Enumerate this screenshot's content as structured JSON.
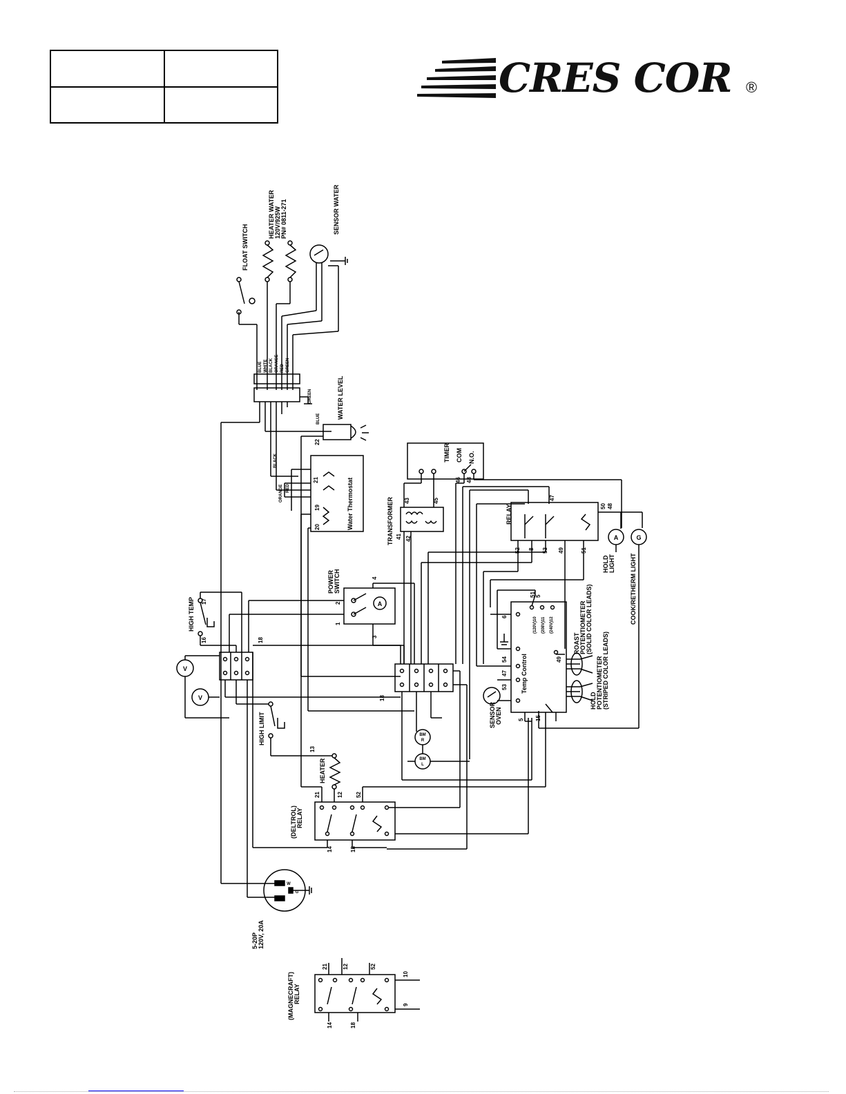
{
  "brand": {
    "name": "CRES COR",
    "registered": "®"
  },
  "labels": {
    "float_switch": "FLOAT SWITCH",
    "heater_water": [
      "HEATER WATER",
      "120V/925W",
      "PN# 0811-271"
    ],
    "sensor_water": "SENSOR WATER",
    "terminal_colors": [
      "BLUE",
      "WHITE",
      "BLACK",
      "ORANGE",
      "RED",
      "GREEN"
    ],
    "green": "GREEN",
    "blue": "BLUE",
    "water_level": "WATER LEVEL",
    "black": "BLACK",
    "red": "RED",
    "orange": "ORANGE",
    "water_thermostat": "Water Thermostat",
    "timer": "TIMER",
    "com": "COM",
    "no": "N.O.",
    "transformer": "TRANSFORMER",
    "relay": "RELAY",
    "hold_light": [
      "HOLD",
      "LIGHT"
    ],
    "cook_retherm_light": "COOK/RETHERM LIGHT",
    "power_switch": [
      "POWER",
      "SWITCH"
    ],
    "high_temp": "HIGH TEMP",
    "high_limit": "HIGH LIMIT",
    "heater": "HEATER",
    "deltrol_relay": [
      "(DELTROL)",
      "RELAY"
    ],
    "magnecraft_relay": [
      "(MAGNECRAFT)",
      "RELAY"
    ],
    "plug": [
      "5-20P",
      "120V, 20A"
    ],
    "roast_pot": [
      "ROAST",
      "POTENTIOMETER",
      "(SOLID COLOR LEADS)"
    ],
    "hold_pot": [
      "HOLD",
      "POTENTIOMETER",
      "(STRIPED COLOR LEADS)"
    ],
    "sensor_oven": [
      "SENSOR",
      "OVEN"
    ],
    "temp_control": "Temp Control",
    "temp_control_ranges": [
      "(120V)10",
      "(208V)11",
      "(240V)12"
    ],
    "meter_v": "V",
    "lamp_a": "A",
    "lamp_g": "G",
    "bm_r": [
      "BM",
      "R"
    ],
    "bm_l": [
      "BM",
      "L"
    ],
    "plug_w": "W",
    "plug_g": "G"
  },
  "wire_numbers": {
    "transformer": [
      "41",
      "42",
      "43",
      "45"
    ],
    "timer": [
      "46",
      "48"
    ],
    "relay": [
      "47",
      "50",
      "52",
      "8",
      "53",
      "49",
      "51",
      "48"
    ],
    "water_thermostat": [
      "21",
      "19",
      "20",
      "22"
    ],
    "power_switch": [
      "2",
      "1",
      "3",
      "4"
    ],
    "high_temp": [
      "17",
      "16"
    ],
    "terminal": [
      "18",
      "18"
    ],
    "heater": [
      "13",
      "12"
    ],
    "deltrol": [
      "21",
      "52",
      "14",
      "18"
    ],
    "temp_control": [
      "5",
      "51",
      "6",
      "54",
      "47",
      "53",
      "5",
      "15",
      "49"
    ],
    "magnecraft": [
      "21",
      "12",
      "52",
      "10",
      "9",
      "14",
      "18"
    ]
  }
}
